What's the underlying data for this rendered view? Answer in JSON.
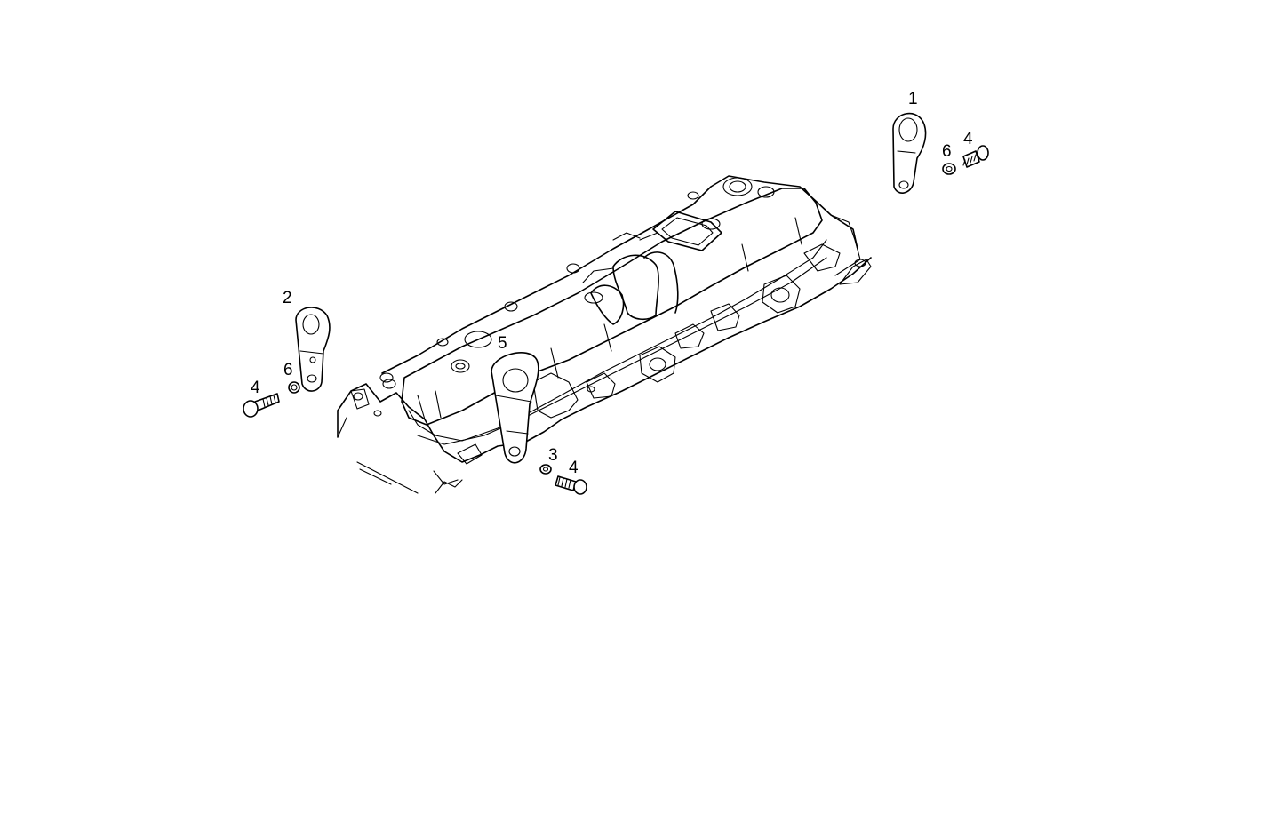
{
  "diagram": {
    "callouts": {
      "c1": "1",
      "c2": "2",
      "c3": "3",
      "c4a": "4",
      "c4b": "4",
      "c4c": "4",
      "c5": "5",
      "c6a": "6",
      "c6b": "6"
    },
    "parts": [
      {
        "ref": "1",
        "icon": "lifting-bracket-icon"
      },
      {
        "ref": "2",
        "icon": "lifting-bracket-icon"
      },
      {
        "ref": "3",
        "icon": "washer-icon"
      },
      {
        "ref": "4",
        "icon": "bolt-icon"
      },
      {
        "ref": "5",
        "icon": "lifting-bracket-icon"
      },
      {
        "ref": "6",
        "icon": "washer-icon"
      }
    ],
    "line_color": "#000000",
    "background": "#ffffff"
  }
}
